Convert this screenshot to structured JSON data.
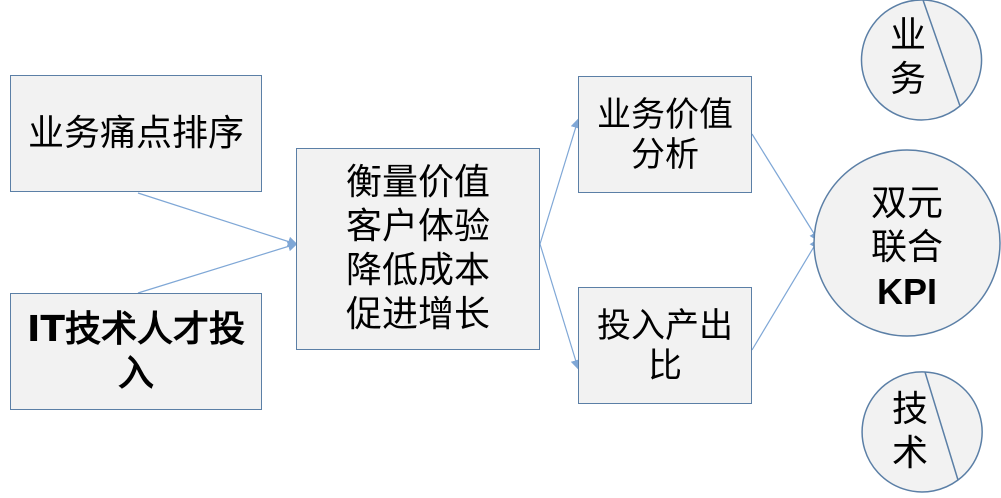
{
  "nodes": {
    "pain_points": "业务痛点排序",
    "it_talent": "IT技术人才投\n入",
    "value": "衡量价值\n客户体验\n降低成本\n促进增长",
    "value_analysis": "业务价值\n分析",
    "roi": "投入产出\n比",
    "dual_kpi_line1": "双元",
    "dual_kpi_line2": "联合",
    "dual_kpi_line3": "KPI",
    "business_line1": "业",
    "business_line2": "务",
    "tech_line1": "技",
    "tech_line2": "术"
  },
  "colors": {
    "box_fill": "#f2f2f2",
    "stroke": "#5b7fa6",
    "arrow": "#7fa7d6"
  }
}
